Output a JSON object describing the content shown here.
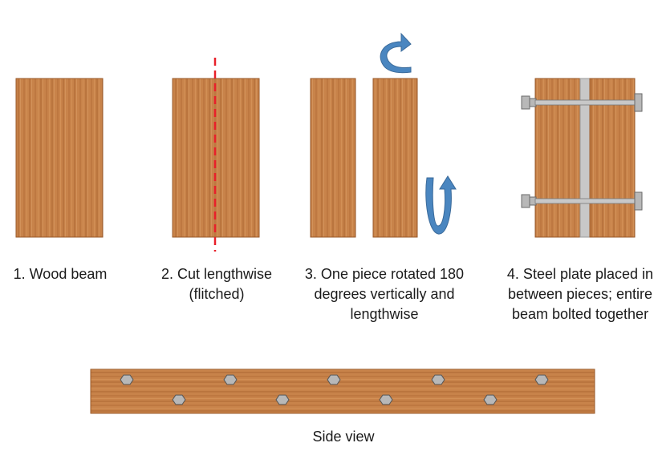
{
  "steps": [
    {
      "label": "1. Wood beam"
    },
    {
      "label": "2. Cut lengthwise (flitched)"
    },
    {
      "label": "3. One piece rotated 180 degrees vertically and lengthwise"
    },
    {
      "label": "4. Steel plate placed in between pieces; entire beam bolted together"
    }
  ],
  "side_view": {
    "label": "Side view"
  },
  "colors": {
    "wood": "#c8834a",
    "wood_dark": "#a8652f",
    "wood_edge": "#9a5a2a",
    "cut_line": "#e8202a",
    "arrow": "#4a86c0",
    "steel": "#c8c8c8",
    "bolt": "#b8b8b8"
  }
}
